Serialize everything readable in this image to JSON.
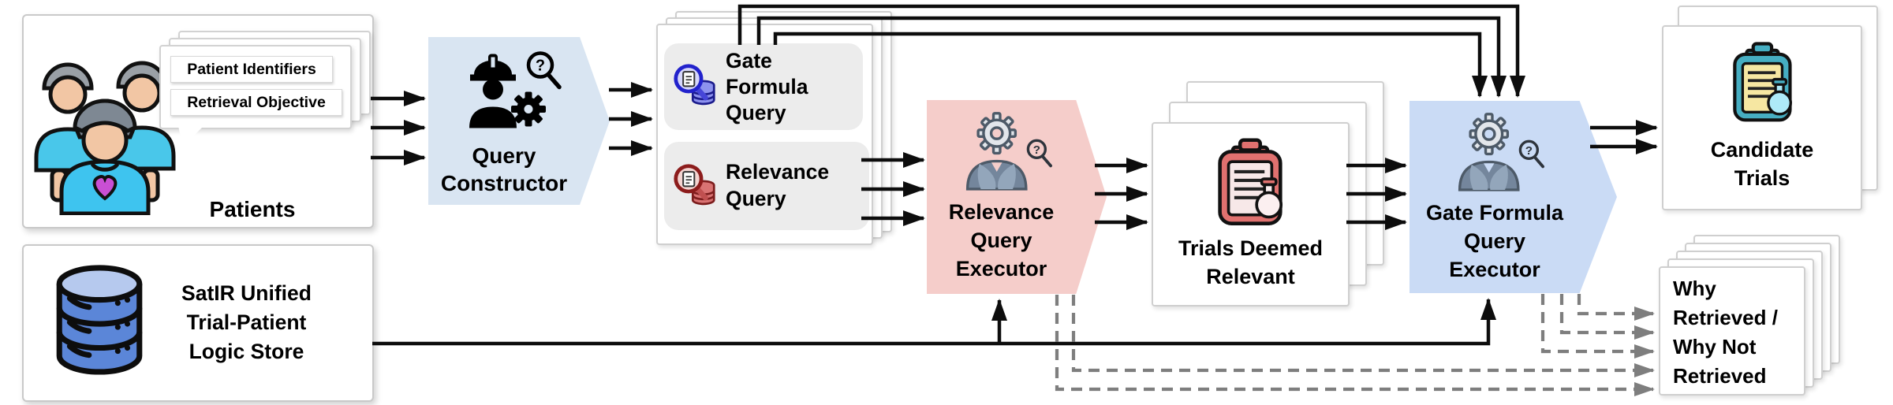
{
  "patients": {
    "label": "Patients",
    "bubble": {
      "line1": "Patient Identifiers",
      "line2": "Retrieval Objective"
    }
  },
  "logic_store": {
    "line1": "SatIR Unified",
    "line2": "Trial-Patient",
    "line3": "Logic Store"
  },
  "query_constructor": {
    "line1": "Query",
    "line2": "Constructor"
  },
  "gate_query": {
    "line1": "Gate",
    "line2": "Formula",
    "line3": "Query"
  },
  "relevance_query": {
    "line1": "Relevance",
    "line2": "Query"
  },
  "relevance_executor": {
    "line1": "Relevance",
    "line2": "Query",
    "line3": "Executor"
  },
  "trials_relevant": {
    "line1": "Trials Deemed",
    "line2": "Relevant"
  },
  "gate_executor": {
    "line1": "Gate Formula",
    "line2": "Query",
    "line3": "Executor"
  },
  "candidate_trials": {
    "line1": "Candidate",
    "line2": "Trials"
  },
  "why_box": {
    "line1": "Why",
    "line2": "Retrieved /",
    "line3": "Why Not",
    "line4": "Retrieved"
  },
  "colors": {
    "constructor_fill": "#d9e5f2",
    "gate_executor_fill": "#cadbf5",
    "relevance_executor_fill": "#f5cdca",
    "query_chip_fill": "#ececec",
    "arrow": "#0d0d0d",
    "dashed_arrow": "#7e7e7e",
    "database_blue": "#5b86d8",
    "patient_shirt_cyan": "#3ec4ef",
    "heart_magenta": "#c94fd4",
    "gate_query_icon_blue": "#2222cc",
    "relevance_query_icon_red": "#8c1c1c",
    "trials_clipboard_red": "#e0716f",
    "candidate_clipboard_teal": "#46aec2",
    "candidate_paper_yellow": "#f6e7a2"
  }
}
